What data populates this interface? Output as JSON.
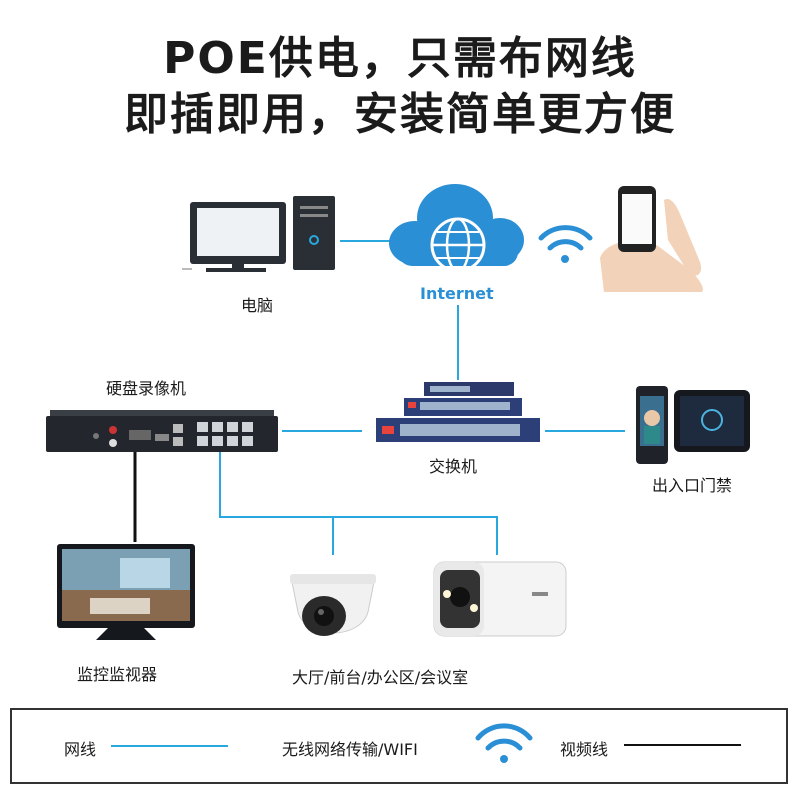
{
  "headline": {
    "line1": "POE供电，只需布网线",
    "line2": "即插即用，安装简单更方便"
  },
  "nodes": {
    "computer": "电脑",
    "internet": "Internet",
    "nvr": "硬盘录像机",
    "switch": "交换机",
    "access_control": "出入口门禁",
    "monitor": "监控监视器",
    "cameras": "大厅/前台/办公区/会议室"
  },
  "legend": {
    "network_cable": "网线",
    "wireless": "无线网络传输/WIFI",
    "video_cable": "视频线"
  },
  "colors": {
    "network_line": "#29a8e0",
    "video_line": "#111111",
    "cloud": "#2b8fd6",
    "internet_text": "#2b8fd6"
  }
}
